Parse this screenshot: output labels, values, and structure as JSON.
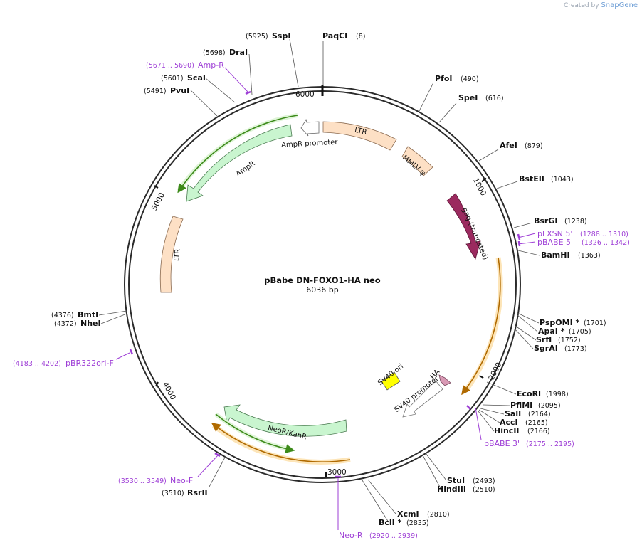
{
  "brand": {
    "created_by": "Created by",
    "app": "SnapGene"
  },
  "plasmid": {
    "name": "pBabe DN-FOXO1-HA neo",
    "length_label": "6036 bp",
    "length": 6036
  },
  "ticks": [
    "1000",
    "2000",
    "3000",
    "4000",
    "5000",
    "6000"
  ],
  "enzymes": [
    {
      "name": "PaqCI",
      "pos": "(8)"
    },
    {
      "name": "PfoI",
      "pos": "(490)"
    },
    {
      "name": "SpeI",
      "pos": "(616)"
    },
    {
      "name": "AfeI",
      "pos": "(879)"
    },
    {
      "name": "BstEII",
      "pos": "(1043)"
    },
    {
      "name": "BsrGI",
      "pos": "(1238)"
    },
    {
      "name": "BamHI",
      "pos": "(1363)"
    },
    {
      "name": "PspOMI *",
      "pos": "(1701)"
    },
    {
      "name": "ApaI *",
      "pos": "(1705)"
    },
    {
      "name": "SrfI",
      "pos": "(1752)"
    },
    {
      "name": "SgrAI",
      "pos": "(1773)"
    },
    {
      "name": "EcoRI",
      "pos": "(1998)"
    },
    {
      "name": "PflMI",
      "pos": "(2095)"
    },
    {
      "name": "SalI",
      "pos": "(2164)"
    },
    {
      "name": "AccI",
      "pos": "(2165)"
    },
    {
      "name": "HincII",
      "pos": "(2166)"
    },
    {
      "name": "StuI",
      "pos": "(2493)"
    },
    {
      "name": "HindIII",
      "pos": "(2510)"
    },
    {
      "name": "XcmI",
      "pos": "(2810)"
    },
    {
      "name": "BclI *",
      "pos": "(2835)"
    },
    {
      "name": "RsrII",
      "pos": "(3510)"
    },
    {
      "name": "BmtI",
      "pos": "(4376)"
    },
    {
      "name": "NheI",
      "pos": "(4372)"
    },
    {
      "name": "PvuI",
      "pos": "(5491)"
    },
    {
      "name": "ScaI",
      "pos": "(5601)"
    },
    {
      "name": "DraI",
      "pos": "(5698)"
    },
    {
      "name": "SspI",
      "pos": "(5925)"
    }
  ],
  "primers": [
    {
      "name": "pLXSN 5'",
      "range": "(1288 .. 1310)"
    },
    {
      "name": "pBABE 5'",
      "range": "(1326 .. 1342)"
    },
    {
      "name": "pBABE 3'",
      "range": "(2175 .. 2195)"
    },
    {
      "name": "Neo-R",
      "range": "(2920 .. 2939)"
    },
    {
      "name": "Neo-F",
      "range": "(3530 .. 3549)"
    },
    {
      "name": "pBR322ori-F",
      "range": "(4183 .. 4202)"
    },
    {
      "name": "Amp-R",
      "range": "(5671 .. 5690)"
    }
  ],
  "features": [
    {
      "label": "LTR",
      "color": "#fde0c5"
    },
    {
      "label": "MMLV ψ",
      "color": "#fde0c5"
    },
    {
      "label": "gag (truncated)",
      "color": "#9b2a5f"
    },
    {
      "label": "HA",
      "color": "#d99ab5"
    },
    {
      "label": "SV40 promoter",
      "color": "#ffffff"
    },
    {
      "label": "SV40 ori",
      "color": "#ffff00"
    },
    {
      "label": "NeoR/KanR",
      "color": "#c9f5cf"
    },
    {
      "label": "LTR",
      "color": "#fde0c5"
    },
    {
      "label": "AmpR",
      "color": "#c9f5cf"
    },
    {
      "label": "AmpR promoter",
      "color": "#ffffff"
    }
  ],
  "colors": {
    "primer": "#9e3fd6",
    "orf_orange": "#f5b342",
    "orf_green": "#3d8a1a",
    "backbone": "#2b2b2b"
  }
}
